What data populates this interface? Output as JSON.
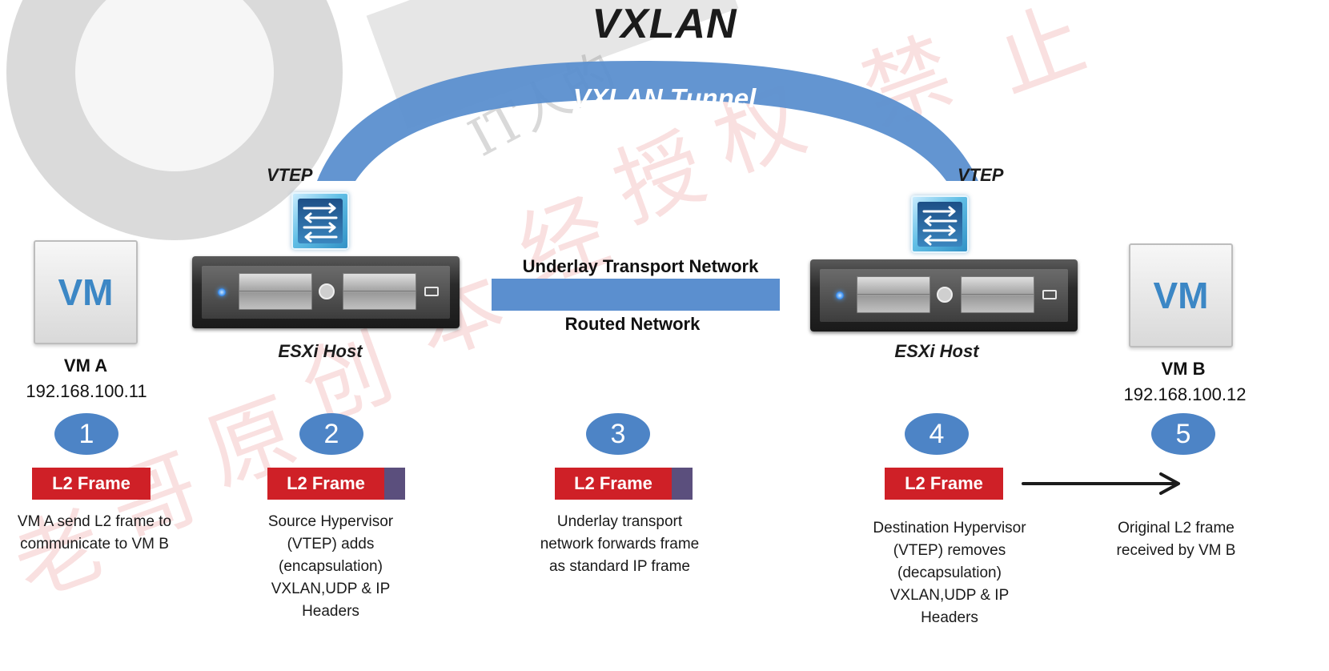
{
  "title": "VXLAN",
  "tunnel_label": "VXLAN Tunnel",
  "vtep_left": "VTEP",
  "vtep_right": "VTEP",
  "underlay": {
    "top_label": "Underlay Transport Network",
    "bottom_label": "Routed Network"
  },
  "host_left": {
    "label": "ESXi Host"
  },
  "host_right": {
    "label": "ESXi Host"
  },
  "vm_a": {
    "icon_text": "VM",
    "name": "VM A",
    "ip": "192.168.100.11"
  },
  "vm_b": {
    "icon_text": "VM",
    "name": "VM B",
    "ip": "192.168.100.12"
  },
  "steps": [
    {
      "number": "1",
      "frame": "L2 Frame",
      "description": "VM A send  L2 frame to\ncommunicate to VM B"
    },
    {
      "number": "2",
      "frame": "L2 Frame",
      "description": "Source Hypervisor\n(VTEP) adds\n(encapsulation)\nVXLAN,UDP & IP\nHeaders"
    },
    {
      "number": "3",
      "frame": "L2 Frame",
      "description": "Underlay transport\nnetwork forwards frame\nas standard IP frame"
    },
    {
      "number": "4",
      "frame": "L2 Frame",
      "description": "Destination Hypervisor\n(VTEP) removes\n(decapsulation)\nVXLAN,UDP & IP\nHeaders"
    },
    {
      "number": "5",
      "description": "Original L2 frame\nreceived by VM B"
    }
  ],
  "watermark": {
    "chars": [
      "禁",
      "止",
      "授",
      "权",
      "经",
      "本",
      "创",
      "原",
      "哥",
      "老"
    ],
    "latin": "IT人的"
  },
  "colors": {
    "tunnel": "#5b8fcf",
    "step_oval": "#4d84c6",
    "frame_red": "#cf2027",
    "frame_cap": "#5b4f7d",
    "vm_text": "#3c87c5"
  }
}
